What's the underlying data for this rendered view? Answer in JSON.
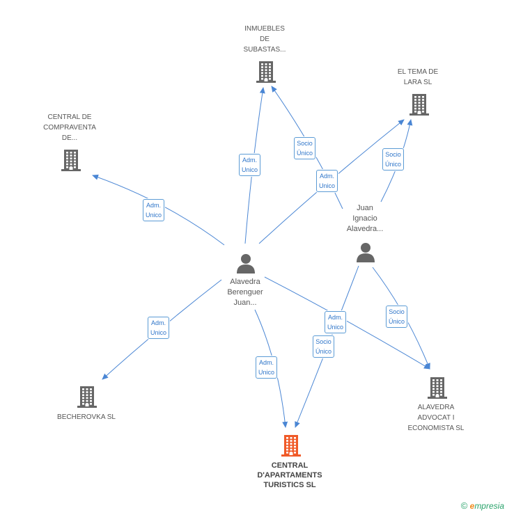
{
  "companies": {
    "inmuebles": "INMUEBLES\nDE\nSUBASTAS...",
    "tema_lara": "EL TEMA DE\nLARA SL",
    "compraventa": "CENTRAL DE\nCOMPRAVENTA\nDE...",
    "becherovka": "BECHEROVKA SL",
    "central_apartaments": "CENTRAL\nD'APARTAMENTS\nTURISTICS SL",
    "alavedra_advocat": "ALAVEDRA\nADVOCAT I\nECONOMISTA SL"
  },
  "people": {
    "juan_ignacio": "Juan\nIgnacio\nAlavedra...",
    "alavedra_berenguer": "Alavedra\nBerenguer\nJuan..."
  },
  "badges": {
    "adm_unico": "Adm.\nUnico",
    "socio_unico": "Socio\nÚnico"
  },
  "footer": {
    "copyright": "©",
    "brand_e": "e",
    "brand_rest": "mpresia"
  },
  "colors": {
    "edge": "#4a86d4",
    "building": "#666666",
    "building_main": "#f05a28",
    "person": "#666666"
  }
}
